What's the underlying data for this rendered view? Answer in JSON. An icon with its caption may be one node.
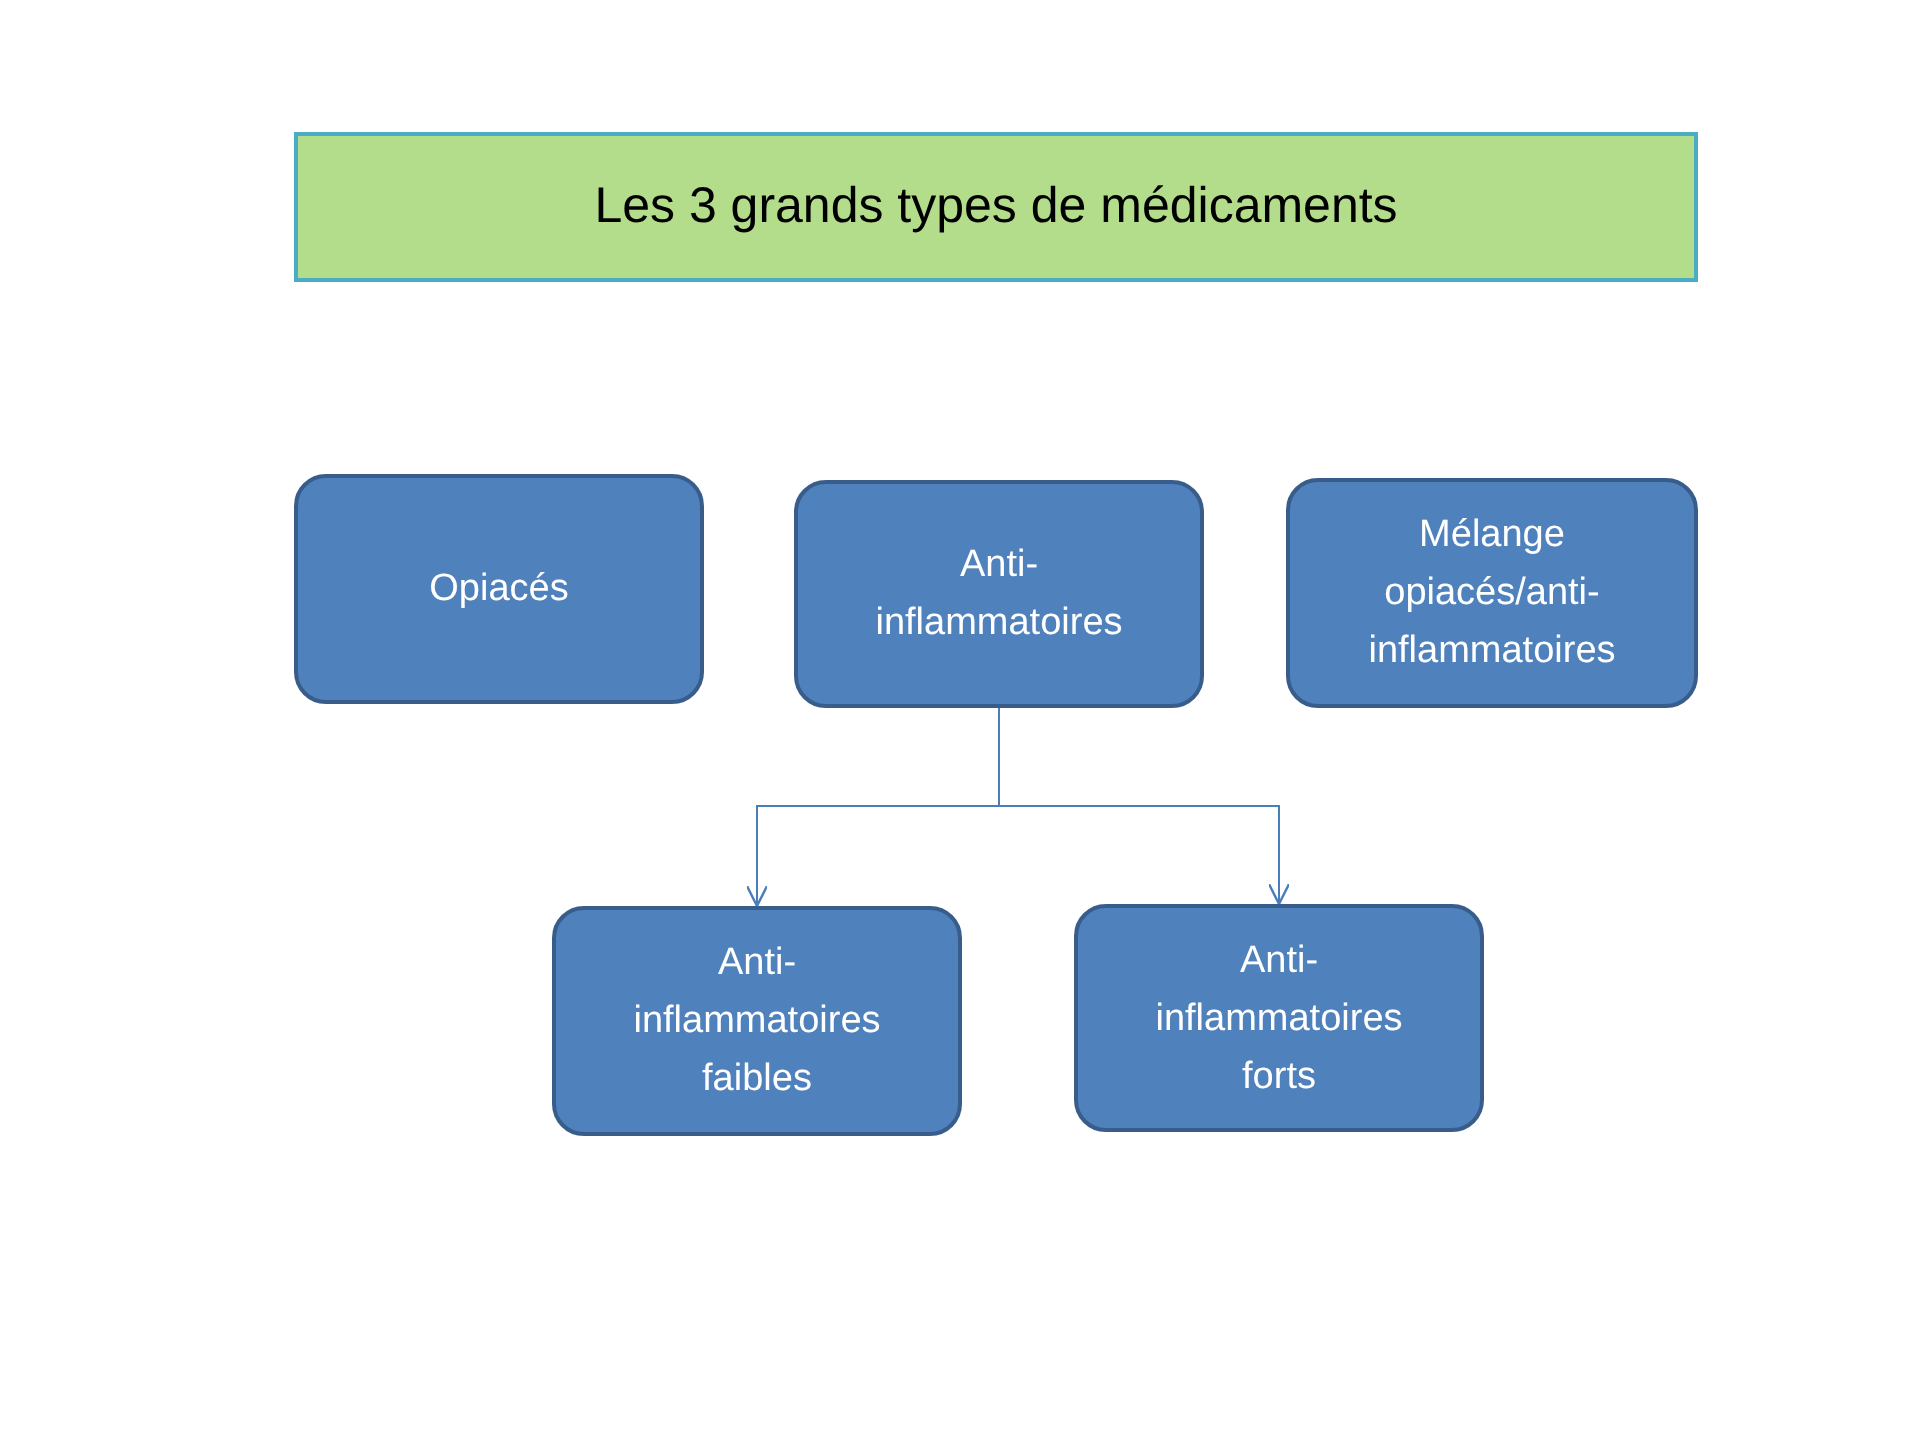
{
  "diagram": {
    "nodes": [
      {
        "text": [
          "Les 3 grands types de médicaments"
        ]
      },
      {
        "text": [
          "Opiacés"
        ]
      },
      {
        "text": [
          "Anti- inflammatoires"
        ]
      },
      {
        "text": [
          "Mélange opiacés/anti- inflammatoires"
        ]
      },
      {
        "text": [
          "Anti- inflammatoires faibles"
        ]
      },
      {
        "text": [
          "Anti- inflammatoires forts"
        ]
      }
    ],
    "edges": [
      {
        "from": 2,
        "to": 4,
        "arrow": "to"
      },
      {
        "from": 2,
        "to": 5,
        "arrow": "to"
      }
    ]
  }
}
